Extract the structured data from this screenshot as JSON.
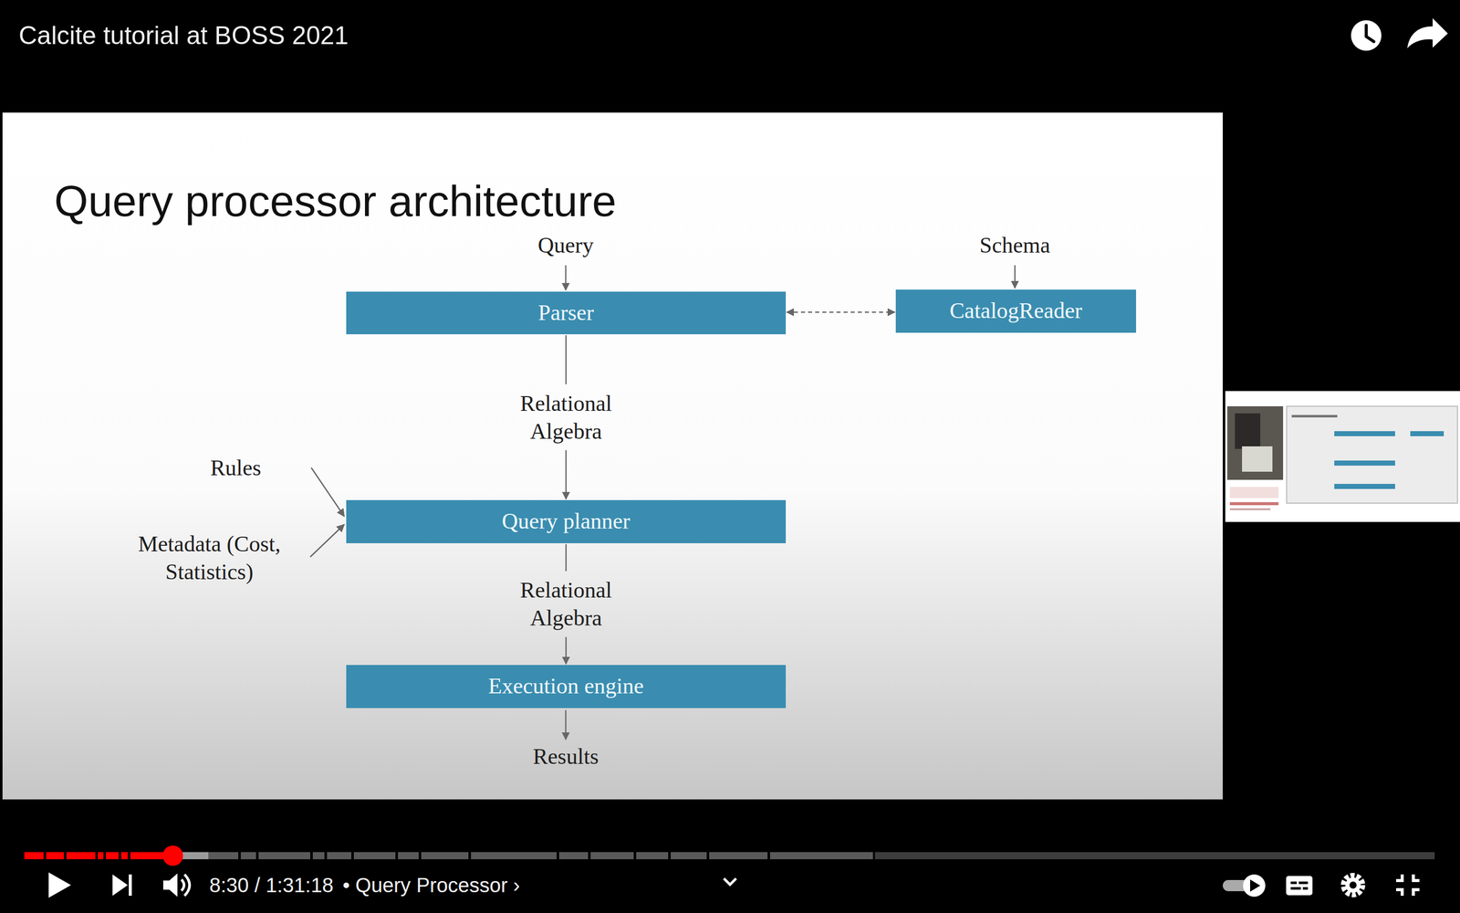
{
  "diagram": {
    "title": "Query processor architecture",
    "nodes": [
      {
        "text": [
          "Parser"
        ]
      },
      {
        "text": [
          "CatalogReader"
        ]
      },
      {
        "text": [
          "Query planner"
        ]
      },
      {
        "text": [
          "Execution engine"
        ]
      }
    ],
    "edges": [
      {
        "from": 0,
        "to": 1,
        "arrow": "both"
      },
      {
        "from": 0,
        "to": 2,
        "label": "Relational Algebra",
        "arrow": "to"
      },
      {
        "from": 2,
        "to": 3,
        "label": "Relational Algebra",
        "arrow": "to"
      }
    ],
    "labels": [
      "Calcite tutorial at BOSS 2021",
      "Query",
      "Schema",
      "Rules",
      "Metadata (Cost, Statistics)",
      "Results",
      "8:30 / 1:31:18",
      "• Query Processor ›"
    ]
  }
}
